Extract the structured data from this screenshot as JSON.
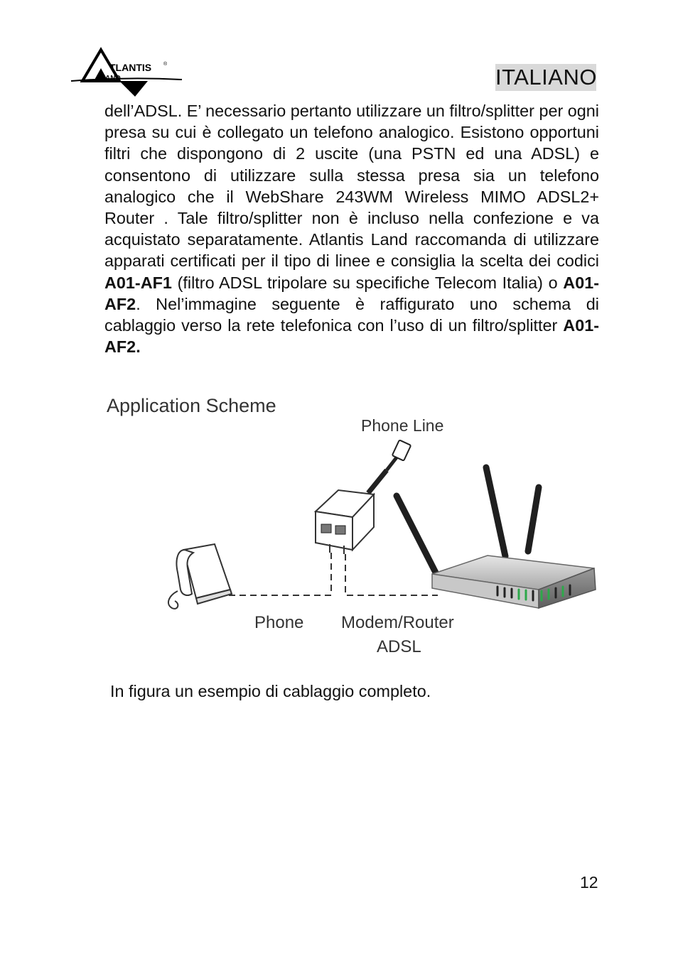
{
  "header": {
    "logo_text": "ATLANTIS LAND",
    "language": "ITALIANO"
  },
  "body": {
    "p1": "dell’ADSL. E’ necessario pertanto utilizzare un filtro/splitter per ogni presa su cui è collegato un telefono analogico. Esistono opportuni filtri che dispongono di 2 uscite (una PSTN ed una ADSL) e consentono di utilizzare sulla stessa presa sia un telefono analogico che il WebShare 243WM Wireless MIMO ADSL2+ Router . Tale filtro/splitter non è incluso nella confezione e va acquistato separatamente. Atlantis Land  raccomanda di utilizzare apparati certificati per il tipo di linee e consiglia la scelta dei codici ",
    "code1": "A01-AF1",
    "p2": " (filtro ADSL tripolare su specifiche Telecom Italia) o ",
    "code2": "A01-AF2",
    "p3": ". Nel’immagine seguente è raffigurato uno schema di cablaggio verso la rete telefonica con l’uso di un filtro/splitter ",
    "code3": "A01-AF2."
  },
  "figure": {
    "title": "Application Scheme",
    "phone_line": "Phone Line",
    "phone": "Phone",
    "modem_line1": "Modem/Router",
    "modem_line2": "ADSL"
  },
  "caption": "In figura un esempio di cablaggio completo.",
  "page_number": "12"
}
